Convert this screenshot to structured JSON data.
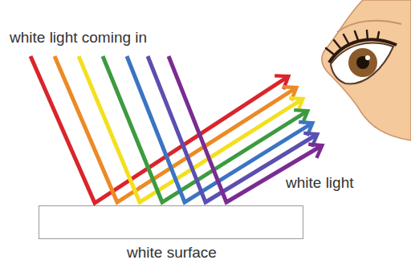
{
  "diagram": {
    "nodes": [
      {
        "text": [
          "white surface"
        ]
      }
    ],
    "labels": [
      "white light coming in",
      "white light"
    ]
  }
}
